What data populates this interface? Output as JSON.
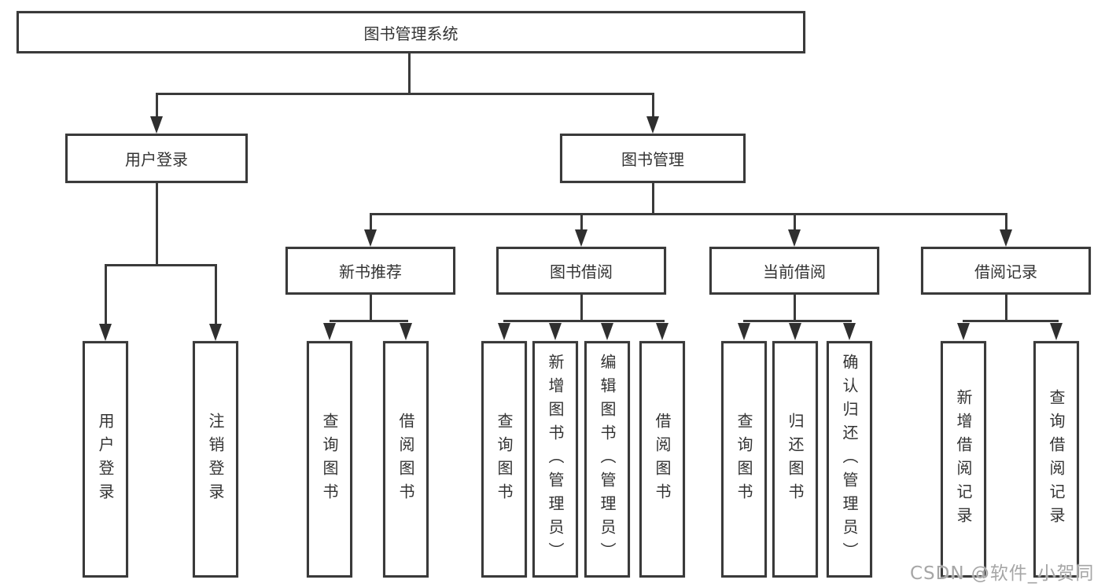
{
  "diagram": {
    "root": {
      "label": "图书管理系统"
    },
    "level2": [
      {
        "label": "用户登录"
      },
      {
        "label": "图书管理"
      }
    ],
    "level3": [
      {
        "label": "新书推荐"
      },
      {
        "label": "图书借阅"
      },
      {
        "label": "当前借阅"
      },
      {
        "label": "借阅记录"
      }
    ],
    "leaves": {
      "user_login": [
        {
          "label": "用户登录"
        },
        {
          "label": "注销登录"
        }
      ],
      "new_books": [
        {
          "label": "查询图书"
        },
        {
          "label": "借阅图书"
        }
      ],
      "book_borrow": [
        {
          "label": "查询图书"
        },
        {
          "label": "新增图书（管理员）"
        },
        {
          "label": "编辑图书（管理员）"
        },
        {
          "label": "借阅图书"
        }
      ],
      "current_borrow": [
        {
          "label": "查询图书"
        },
        {
          "label": "归还图书"
        },
        {
          "label": "确认归还（管理员）"
        }
      ],
      "borrow_records": [
        {
          "label": "新增借阅记录"
        },
        {
          "label": "查询借阅记录"
        }
      ]
    }
  },
  "watermark": {
    "text": "CSDN @软件_小贺同学"
  },
  "colors": {
    "line": "#3a3a3a",
    "text": "#333333",
    "watermark": "#a6a6a6"
  }
}
